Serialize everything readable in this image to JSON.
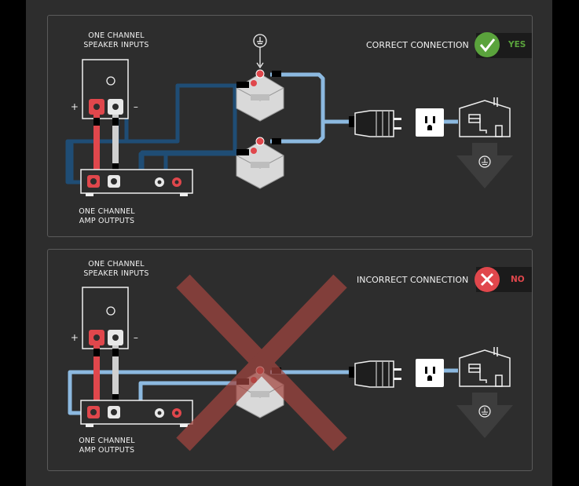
{
  "panels": [
    {
      "speaker_label_line1": "ONE CHANNEL",
      "speaker_label_line2": "SPEAKER INPUTS",
      "amp_label_line1": "ONE CHANNEL",
      "amp_label_line2": "AMP OUTPUTS",
      "plus": "+",
      "minus": "–",
      "status_text": "CORRECT CONNECTION",
      "status_pill": "YES",
      "status_color": "#5aa33c"
    },
    {
      "speaker_label_line1": "ONE CHANNEL",
      "speaker_label_line2": "SPEAKER INPUTS",
      "amp_label_line1": "ONE CHANNEL",
      "amp_label_line2": "AMP OUTPUTS",
      "plus": "+",
      "minus": "–",
      "status_text": "INCORRECT CONNECTION",
      "status_pill": "NO",
      "status_color": "#e0474c"
    }
  ],
  "colors": {
    "dark_wire": "#1f4d75",
    "light_wire": "#8cb9e0",
    "red_wire": "#e0474c",
    "cross": "#a2453f"
  },
  "icons": [
    "ground-icon",
    "checkmark-icon",
    "x-icon",
    "house-icon",
    "outlet-icon",
    "plug-icon",
    "down-arrow-icon"
  ]
}
